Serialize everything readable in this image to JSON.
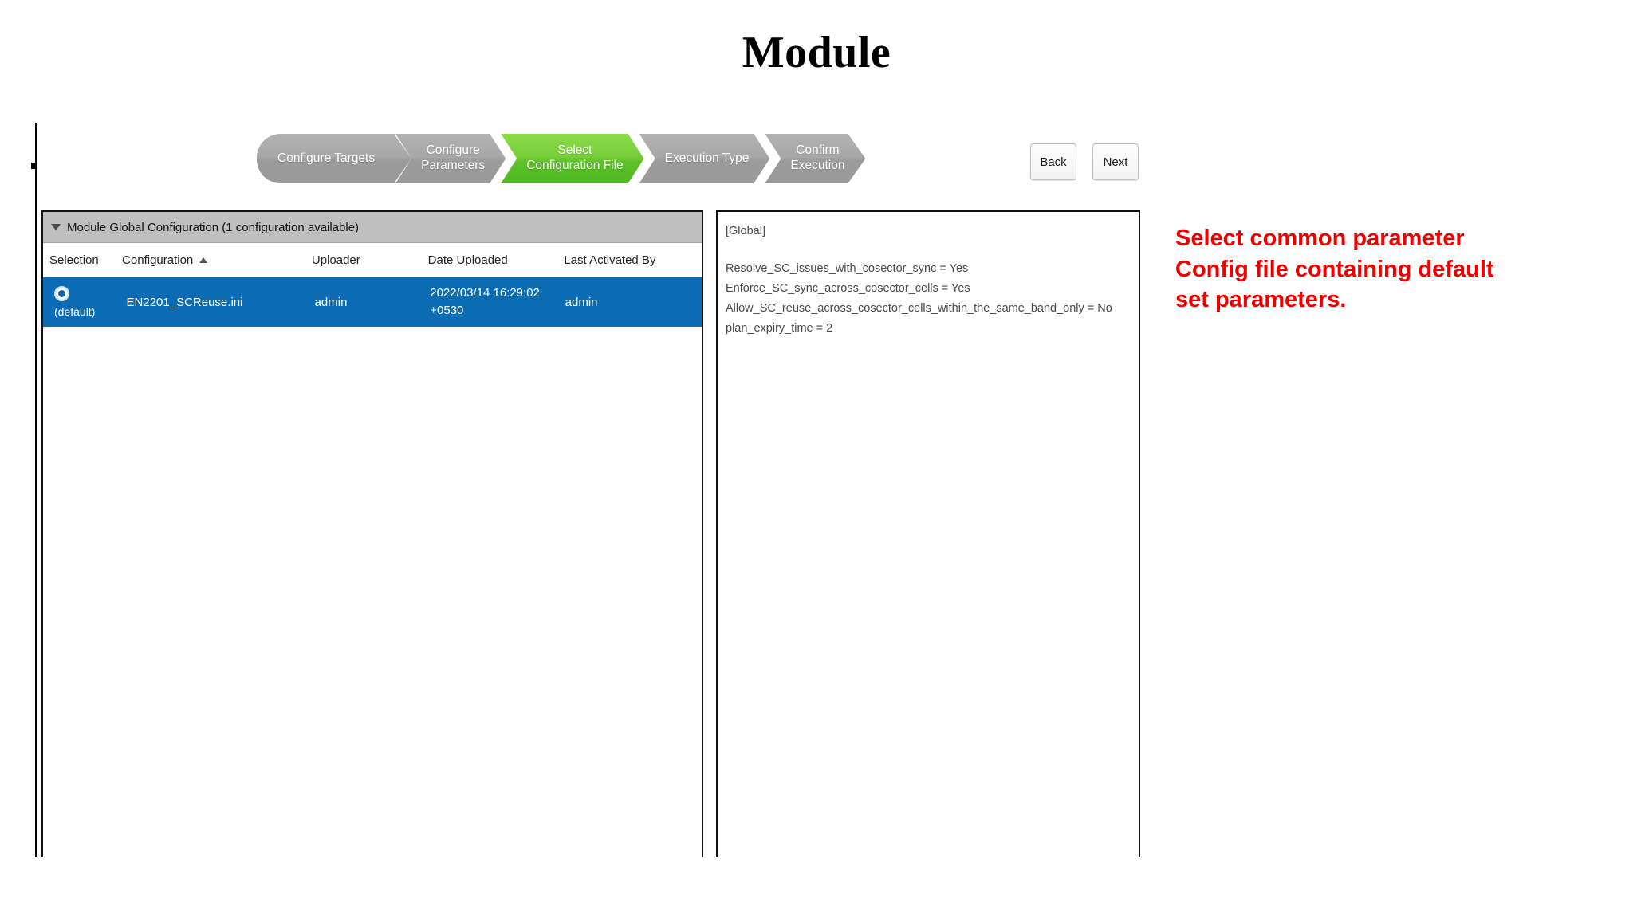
{
  "slide": {
    "title": "Module"
  },
  "wizard": {
    "steps": [
      {
        "label": "Configure Targets",
        "state": "done"
      },
      {
        "label": "Configure\nParameters",
        "state": "done"
      },
      {
        "label": "Select\nConfiguration File",
        "state": "current"
      },
      {
        "label": "Execution Type",
        "state": "pending"
      },
      {
        "label": "Confirm\nExecution",
        "state": "pending"
      }
    ],
    "current_color": "#5cc029",
    "inactive_color": "#a3a3a3"
  },
  "toolbar": {
    "back_label": "Back",
    "next_label": "Next"
  },
  "table_panel": {
    "section_title": "Module Global Configuration (1 configuration available)",
    "columns": [
      "Selection",
      "Configuration",
      "Uploader",
      "Date Uploaded",
      "Last Activated By"
    ],
    "sorted_column": "Configuration",
    "sort_direction": "ascending",
    "rows": [
      {
        "selected": true,
        "selection_label": "(default)",
        "configuration": "EN2201_SCReuse.ini",
        "uploader": "admin",
        "date_uploaded_line1": "2022/03/14 16:29:02",
        "date_uploaded_line2": "+0530",
        "last_activated_by": "admin"
      }
    ],
    "selected_row_color": "#0b6cb3"
  },
  "config_panel": {
    "lines": [
      "[Global]",
      "",
      "Resolve_SC_issues_with_cosector_sync = Yes",
      "Enforce_SC_sync_across_cosector_cells = Yes",
      "Allow_SC_reuse_across_cosector_cells_within_the_same_band_only = No",
      "plan_expiry_time = 2"
    ]
  },
  "annotation": {
    "color": "#ee0000",
    "line1": "Select common parameter",
    "line2": "Config file containing default",
    "line3": "set parameters."
  }
}
